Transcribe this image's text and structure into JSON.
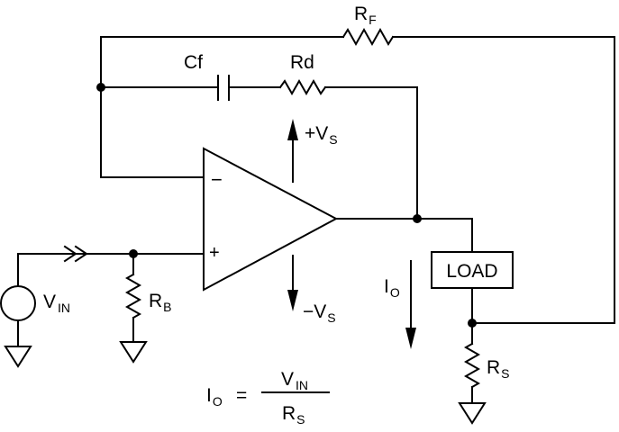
{
  "labels": {
    "rf": {
      "main": "R",
      "sub": "F"
    },
    "cf": "Cf",
    "rd": "Rd",
    "vs_pos": {
      "main": "+V",
      "sub": "S"
    },
    "vs_neg": {
      "main": "−V",
      "sub": "S"
    },
    "inv_input": "−",
    "noninv_input": "+",
    "vin": {
      "main": "V",
      "sub": "IN"
    },
    "rb": {
      "main": "R",
      "sub": "B"
    },
    "load": "LOAD",
    "io": {
      "main": "I",
      "sub": "O"
    },
    "rs": {
      "main": "R",
      "sub": "S"
    }
  },
  "equation": {
    "lhs_main": "I",
    "lhs_sub": "O",
    "equals": "=",
    "num_main": "V",
    "num_sub": "IN",
    "den_main": "R",
    "den_sub": "S"
  }
}
